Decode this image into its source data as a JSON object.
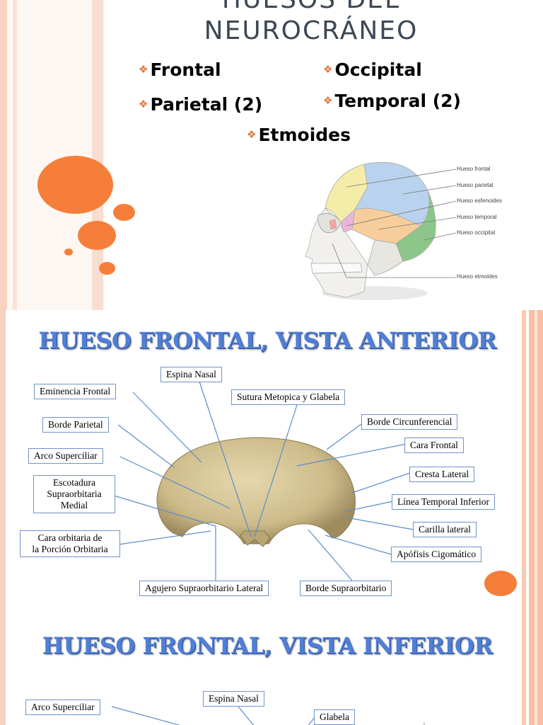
{
  "slide1": {
    "title_line1": "HUESOS DEL",
    "title_line2": "NEUROCRÁNEO",
    "bullet_glyph": "❖",
    "bones": [
      "Frontal",
      "Occipital",
      "Parietal (2)",
      "Temporal (2)",
      "Etmoides"
    ],
    "skull_labels": [
      "Hueso frontal",
      "Hueso parietal",
      "Hueso esfenoides",
      "Hueso temporal",
      "Hueso occipital",
      "Hueso etmoides"
    ],
    "colors": {
      "accent_orange": "#f57f3a",
      "frontal": "#f5ecaa",
      "parietal": "#b9d3ee",
      "esfenoides": "#eab5dd",
      "temporal": "#f7ce9b",
      "occipital": "#8cc68a",
      "etmoides": "#f4a3a3"
    }
  },
  "slide2": {
    "heading1": "HUESO FRONTAL, VISTA ANTERIOR",
    "heading2": "HUESO FRONTAL, VISTA INFERIOR",
    "anterior_labels": {
      "espina_nasal": "Espina Nasal",
      "eminencia_frontal": "Eminencia Frontal",
      "sutura_metopica": "Sutura Metopica  y Glabela",
      "borde_parietal": "Borde Parietal",
      "borde_circunferencial": "Borde Circunferencial",
      "arco_superciliar": "Arco Superciliar",
      "cara_frontal": "Cara Frontal",
      "cresta_lateral": "Cresta Lateral",
      "escotadura_1": "Escotadura",
      "escotadura_2": "Supraorbitaria",
      "escotadura_3": "Medial",
      "linea_temporal": "Línea Temporal Inferior",
      "carilla_lateral": "Carilla lateral",
      "cara_orbitaria_1": "Cara orbitaria de",
      "cara_orbitaria_2": "la Porción Orbitaria",
      "apofisis": "Apófisis Cigomático",
      "agujero": "Agujero Supraorbitario Lateral",
      "borde_supraorbitario": "Borde Supraorbitario"
    },
    "inferior_labels": {
      "espina_nasal": "Espina Nasal",
      "arco_superciliar": "Arco Superciliar",
      "glabela": "Glabela"
    },
    "colors": {
      "heading": "#4f7fd6",
      "leader_line": "#5b8ccc",
      "label_border": "#6f94c8",
      "bone": "#cdbb8a"
    }
  }
}
